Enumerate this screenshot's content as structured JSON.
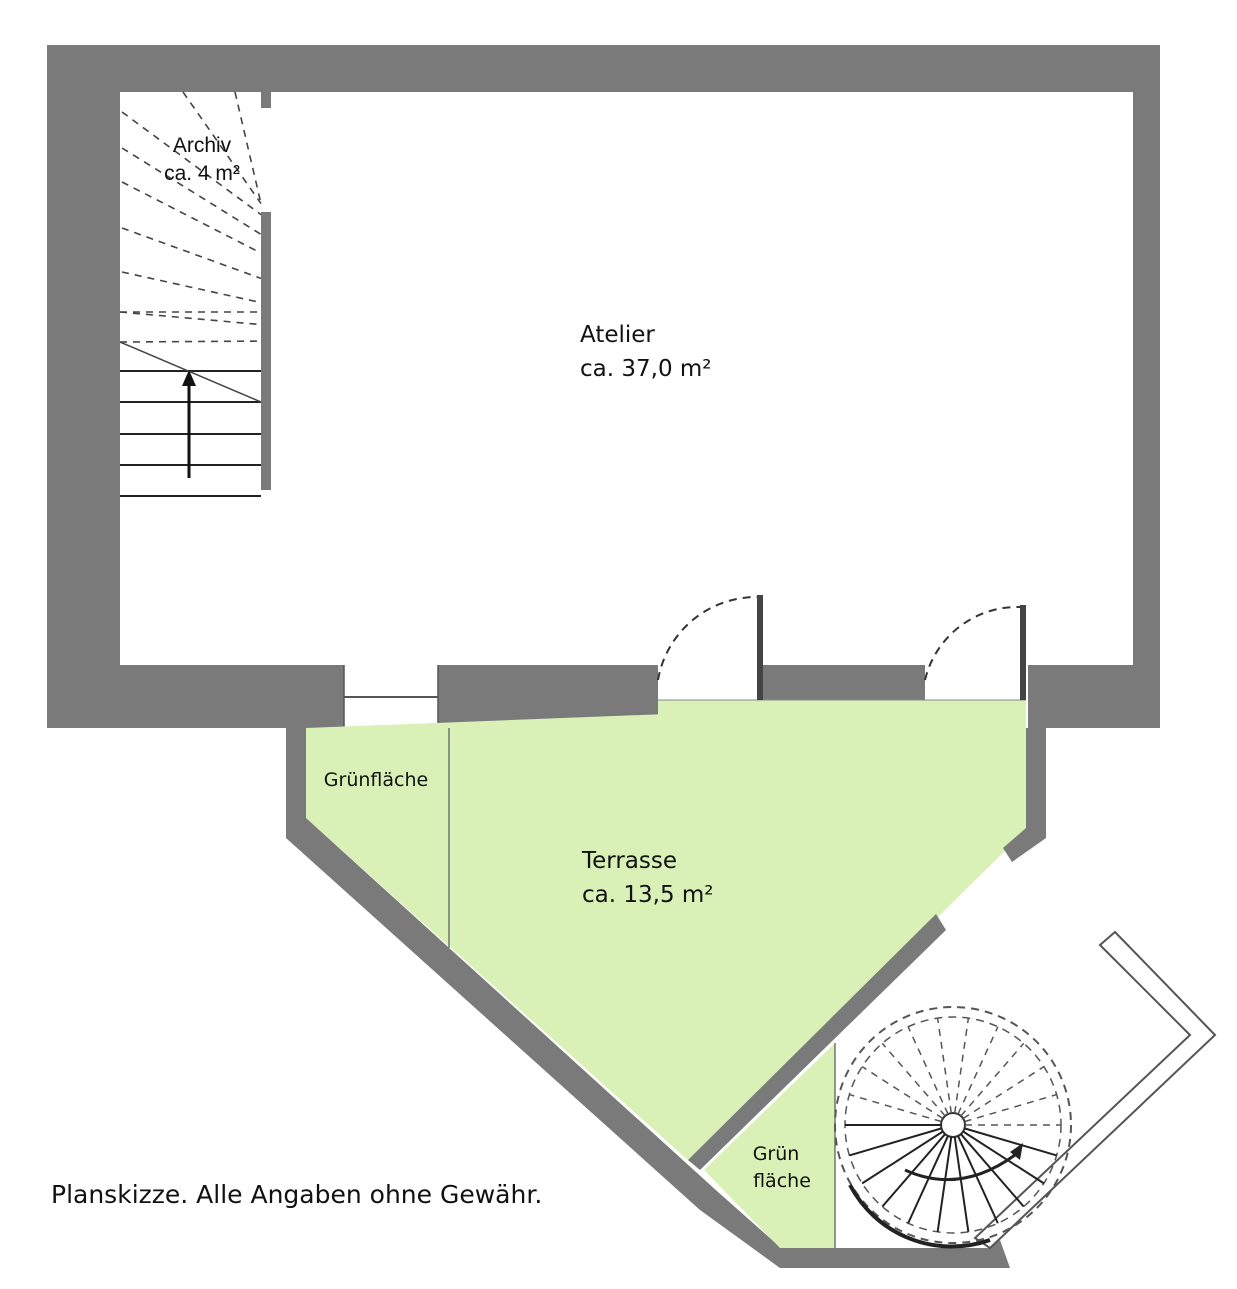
{
  "rooms": {
    "archiv": {
      "name": "Archiv",
      "area": "ca. 4 m²"
    },
    "atelier": {
      "name": "Atelier",
      "area": "ca. 37,0 m²"
    },
    "terrasse": {
      "name": "Terrasse",
      "area": "ca. 13,5 m²"
    },
    "gruenflaeche_left": {
      "name": "Grünfläche"
    },
    "gruenflaeche_right": {
      "line1": "Grün",
      "line2": "fläche"
    }
  },
  "caption": "Planskizze. Alle Angaben ohne Gewähr.",
  "colors": {
    "wall": "#7a7a7b",
    "green": "#d9f0b6",
    "background": "#ffffff",
    "ink": "#111111"
  }
}
